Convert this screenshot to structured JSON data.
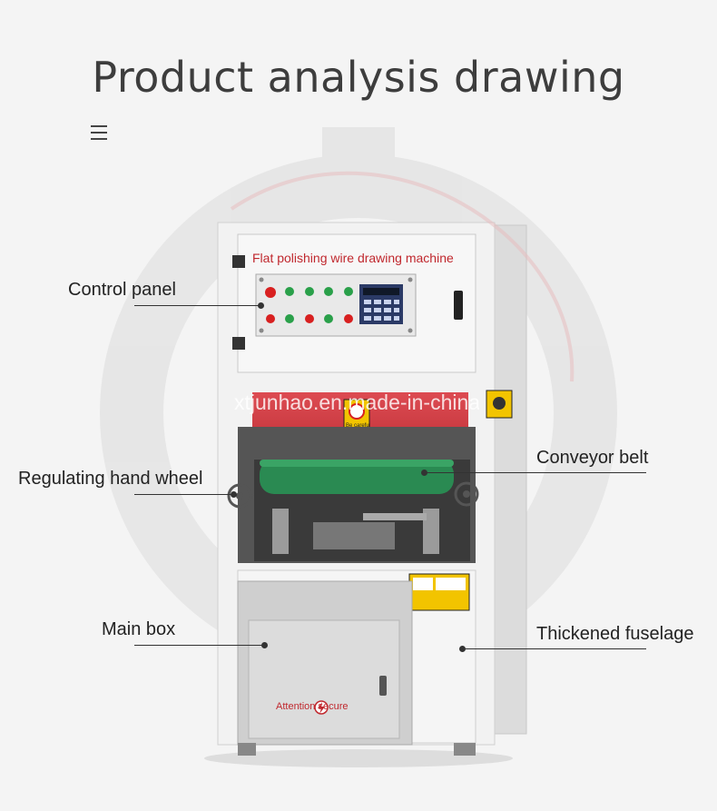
{
  "title": "Product analysis drawing",
  "machine": {
    "panel_title": "Flat polishing wire drawing machine",
    "watermark": "xtjunhao.en.made-in-china.com",
    "box_label": "Attention secure",
    "warning_text": "Be careful"
  },
  "callouts": {
    "control_panel": "Control panel",
    "conveyor_belt": "Conveyor belt",
    "hand_wheel": "Regulating hand wheel",
    "main_box": "Main box",
    "fuselage": "Thickened fuselage"
  },
  "colors": {
    "machine_red": "#d8323a",
    "belt_green": "#2a8a52",
    "warning_yellow": "#f2c400"
  }
}
